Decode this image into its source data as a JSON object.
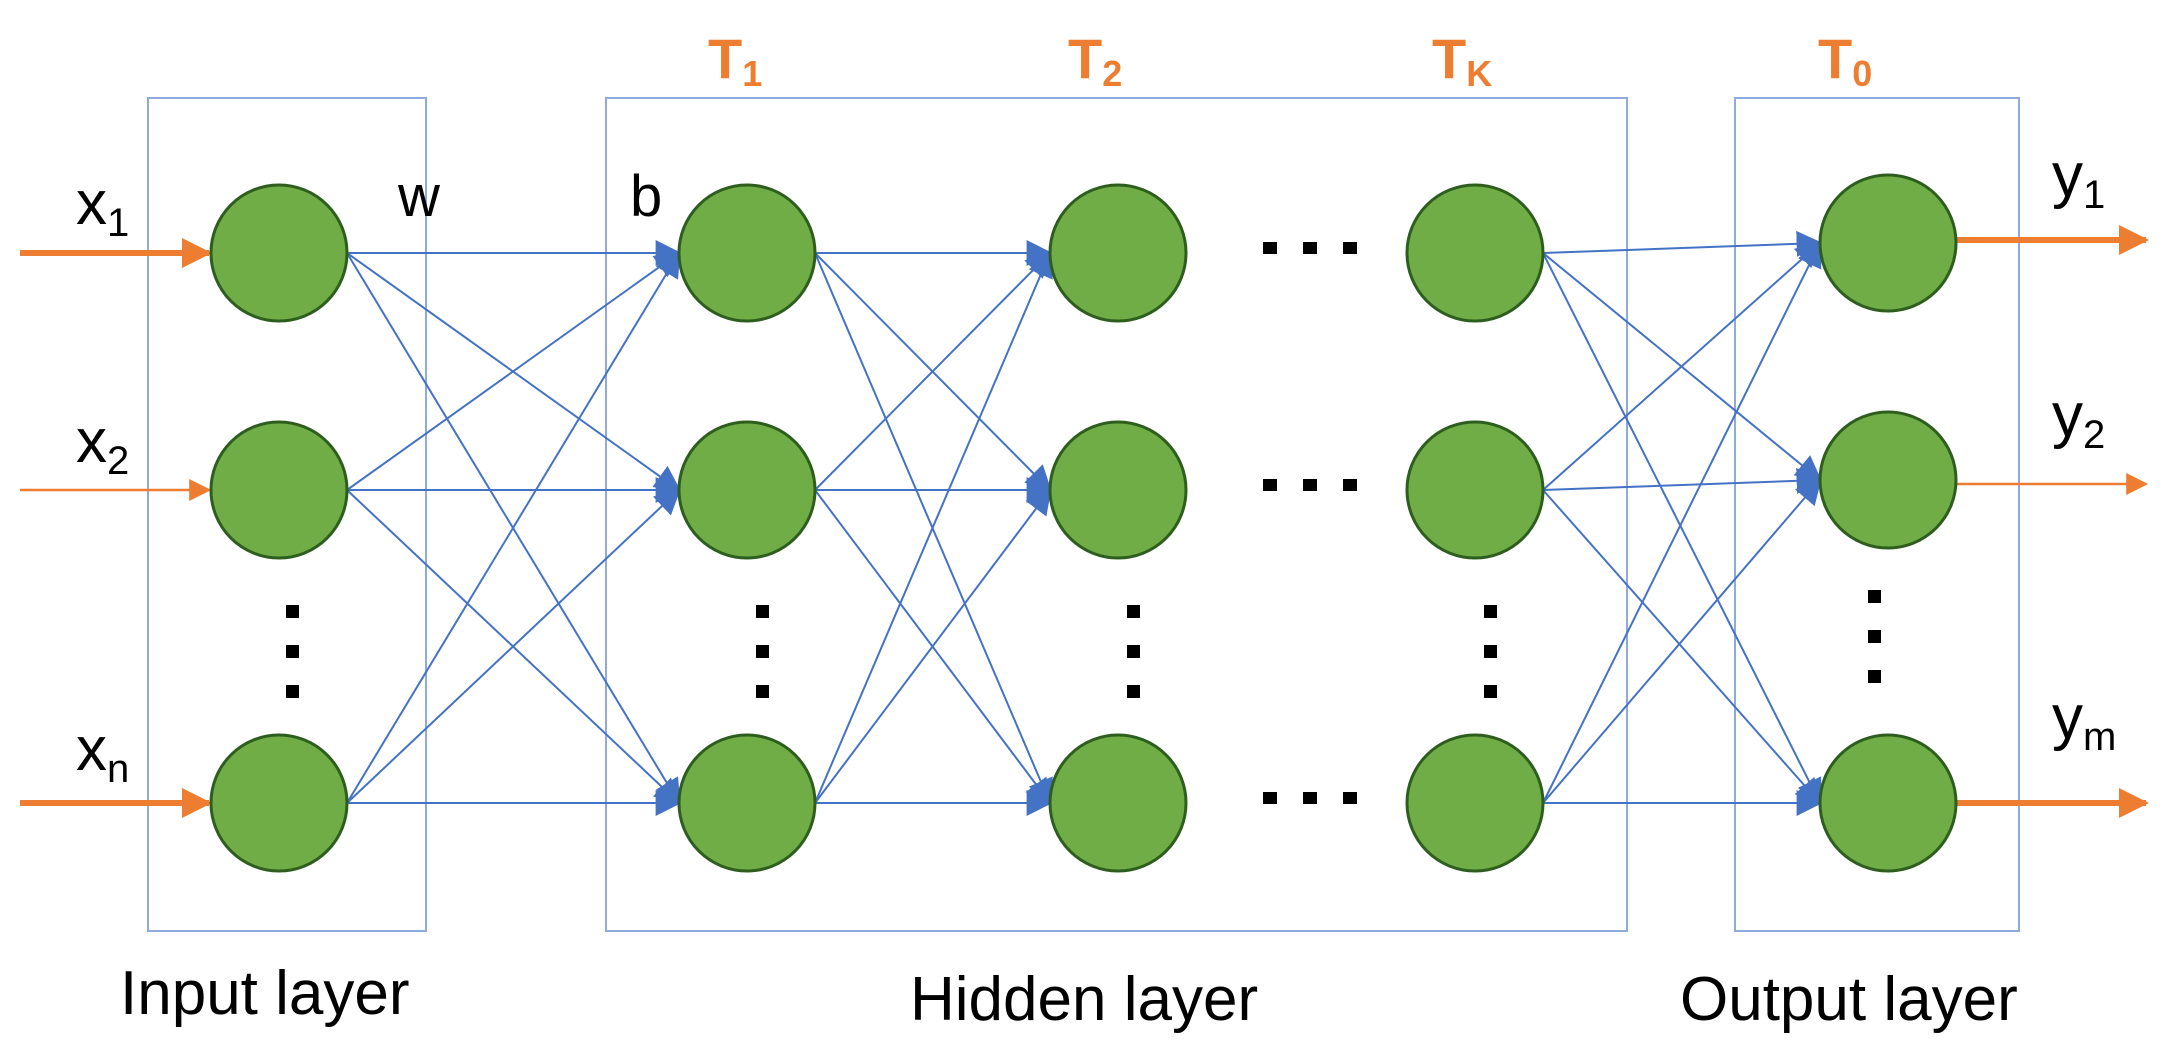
{
  "inputs": [
    {
      "base": "x",
      "sub": "1"
    },
    {
      "base": "x",
      "sub": "2"
    },
    {
      "base": "x",
      "sub": "n"
    }
  ],
  "outputs": [
    {
      "base": "y",
      "sub": "1"
    },
    {
      "base": "y",
      "sub": "2"
    },
    {
      "base": "y",
      "sub": "m"
    }
  ],
  "stage_labels": [
    {
      "base": "T",
      "sub": "1"
    },
    {
      "base": "T",
      "sub": "2"
    },
    {
      "base": "T",
      "sub": "K"
    },
    {
      "base": "T",
      "sub": "0"
    }
  ],
  "weight_label": "w",
  "bias_label": "b",
  "layer_labels": {
    "input": "Input layer",
    "hidden": "Hidden layer",
    "output": "Output layer"
  },
  "colors": {
    "node_fill": "#70AD47",
    "node_stroke": "#2E5E1E",
    "edge": "#4472C4",
    "box": "#8FAADC",
    "io_arrow": "#ED7D31",
    "stage_label": "#ED7D31"
  }
}
